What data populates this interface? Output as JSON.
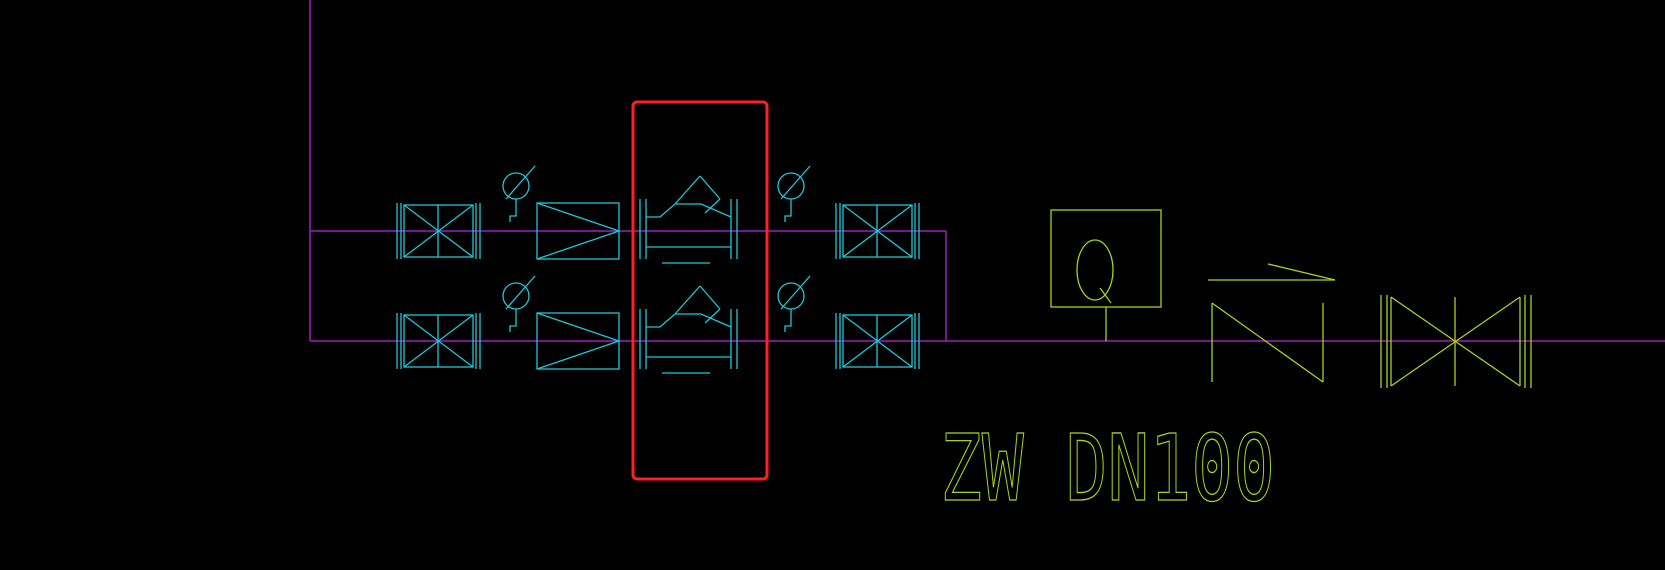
{
  "diagram": {
    "label": "ZW DN100",
    "colors": {
      "background": "#000000",
      "pipe": "#a020c0",
      "equipment": "#1ec8d8",
      "main_line_equipment": "#a8d21e",
      "highlight": "#ff2020"
    },
    "branches": [
      {
        "name": "upper-branch",
        "components": [
          "gate-valve",
          "pressure-gauge",
          "reducer",
          "y-strainer",
          "pressure-gauge",
          "gate-valve"
        ]
      },
      {
        "name": "lower-branch",
        "components": [
          "gate-valve",
          "pressure-gauge",
          "reducer",
          "y-strainer",
          "pressure-gauge",
          "gate-valve"
        ]
      }
    ],
    "main_line": [
      "water-meter",
      "check-valve",
      "gate-valve"
    ],
    "highlighted_component": "y-strainer"
  }
}
